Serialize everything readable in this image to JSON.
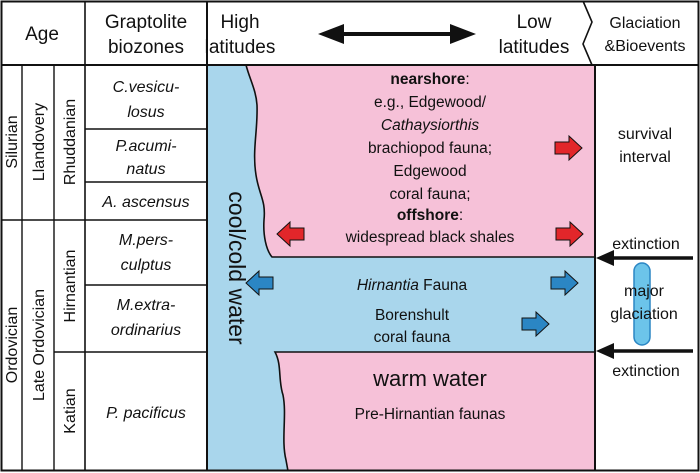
{
  "header": {
    "age": "Age",
    "biozones_line1": "Graptolite",
    "biozones_line2": "biozones",
    "high_line1": "High",
    "high_line2": "latitudes",
    "low_line1": "Low",
    "low_line2": "latitudes",
    "glaciation_line1": "Glaciation",
    "glaciation_line2": "&Bioevents"
  },
  "age_columns": {
    "period_silurian": "Silurian",
    "period_ordovician": "Ordovician",
    "epoch_llandovery": "Llandovery",
    "epoch_late_ordovician": "Late Ordovician",
    "stage_rhuddanian": "Rhuddanian",
    "stage_hirnantian": "Hirnantian",
    "stage_katian": "Katian"
  },
  "biozones": [
    {
      "line1": "C.vesicu-",
      "line2": "losus"
    },
    {
      "line1": "P.acumi-",
      "line2": "natus"
    },
    {
      "line1": "A. ascensus",
      "line2": ""
    },
    {
      "line1": "M.pers-",
      "line2": "culptus"
    },
    {
      "line1": "M.extra-",
      "line2": "ordinarius"
    },
    {
      "line1": "P. pacificus",
      "line2": ""
    }
  ],
  "cool_water_label": "cool/cold water",
  "nearshore": {
    "heading": "nearshore",
    "colon": ":",
    "eg": "e.g., Edgewood/",
    "genus": "Cathaysiorthis",
    "fauna1": "brachiopod fauna;",
    "edgewood": "Edgewood",
    "fauna2": "coral fauna;"
  },
  "offshore": {
    "heading": "offshore",
    "colon": ":",
    "detail": "widespread black shales"
  },
  "hirnantia": {
    "genus": "Hirnantia",
    "suffix": " Fauna"
  },
  "borenshult": {
    "line1": "Borenshult",
    "line2": "coral fauna"
  },
  "warm_water_label": "warm water",
  "pre_hirnantian_label": "Pre-Hirnantian faunas",
  "bioevents": {
    "survival_line1": "survival",
    "survival_line2": "interval",
    "extinction_upper": "extinction",
    "major": "major",
    "glaciation": "glaciation",
    "extinction_lower": "extinction"
  },
  "colors": {
    "cool_water": "#a9d6ec",
    "warm_water": "#f6c1d8",
    "red_arrow": "#e2262a",
    "blue_arrow": "#2b86c4",
    "glaciation_bar": "#6cc4ea",
    "black": "#111111"
  }
}
